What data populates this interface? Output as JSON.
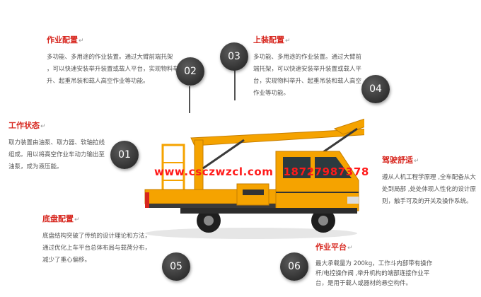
{
  "sections": [
    {
      "title": "作业配置",
      "lines": [
        "多功能、多用途的作业装置。通过大臂前端托架",
        "，可以快速安装举升装置或载人平台，实现物料举",
        "升、起重吊装和载人高空作业等功能。"
      ]
    },
    {
      "title": "上装配置",
      "lines": [
        "多功能、多用途的作业装置。通过大臂前",
        "端托架，可以快速安装举升装置或载人平",
        "台，实现物料举升、起重吊装和载人高空",
        "作业等功能。"
      ]
    },
    {
      "title": "工作状态",
      "lines": [
        "取力装置由油泵、取力器、软轴拉线",
        "组成。用以将高空作业车动力输出至",
        "油泵，成为液压能。"
      ]
    },
    {
      "title": "驾驶舒适",
      "lines": [
        "遵从人机工程学原理 ,全车配备从大",
        "处到局部 ,处处体现人性化的设计原",
        "则，触手可及的开关及操作系统。"
      ]
    },
    {
      "title": "底盘配置",
      "lines": [
        "底盘结构突破了传统的设计理论和方法，",
        "通过优化上车平台总体布局与载荷分布，",
        "减少了重心偏移。"
      ]
    },
    {
      "title": "作业平台",
      "lines": [
        "最大承载量为 200kg，工作斗内部带有操作",
        "杆/电控操作阀 ,举升机构的端部连接作业平",
        "台，是用于载人或器材的悬空构件。"
      ]
    }
  ],
  "badges": [
    "01",
    "02",
    "03",
    "04",
    "05",
    "06"
  ],
  "watermark": {
    "url": "www.csczwzcl.com",
    "phone": "18727987378"
  },
  "colors": {
    "title": "#d7261e",
    "truck_body": "#f5a300",
    "watermark": "#ff1a1a",
    "badge": "#3a3a3a"
  }
}
